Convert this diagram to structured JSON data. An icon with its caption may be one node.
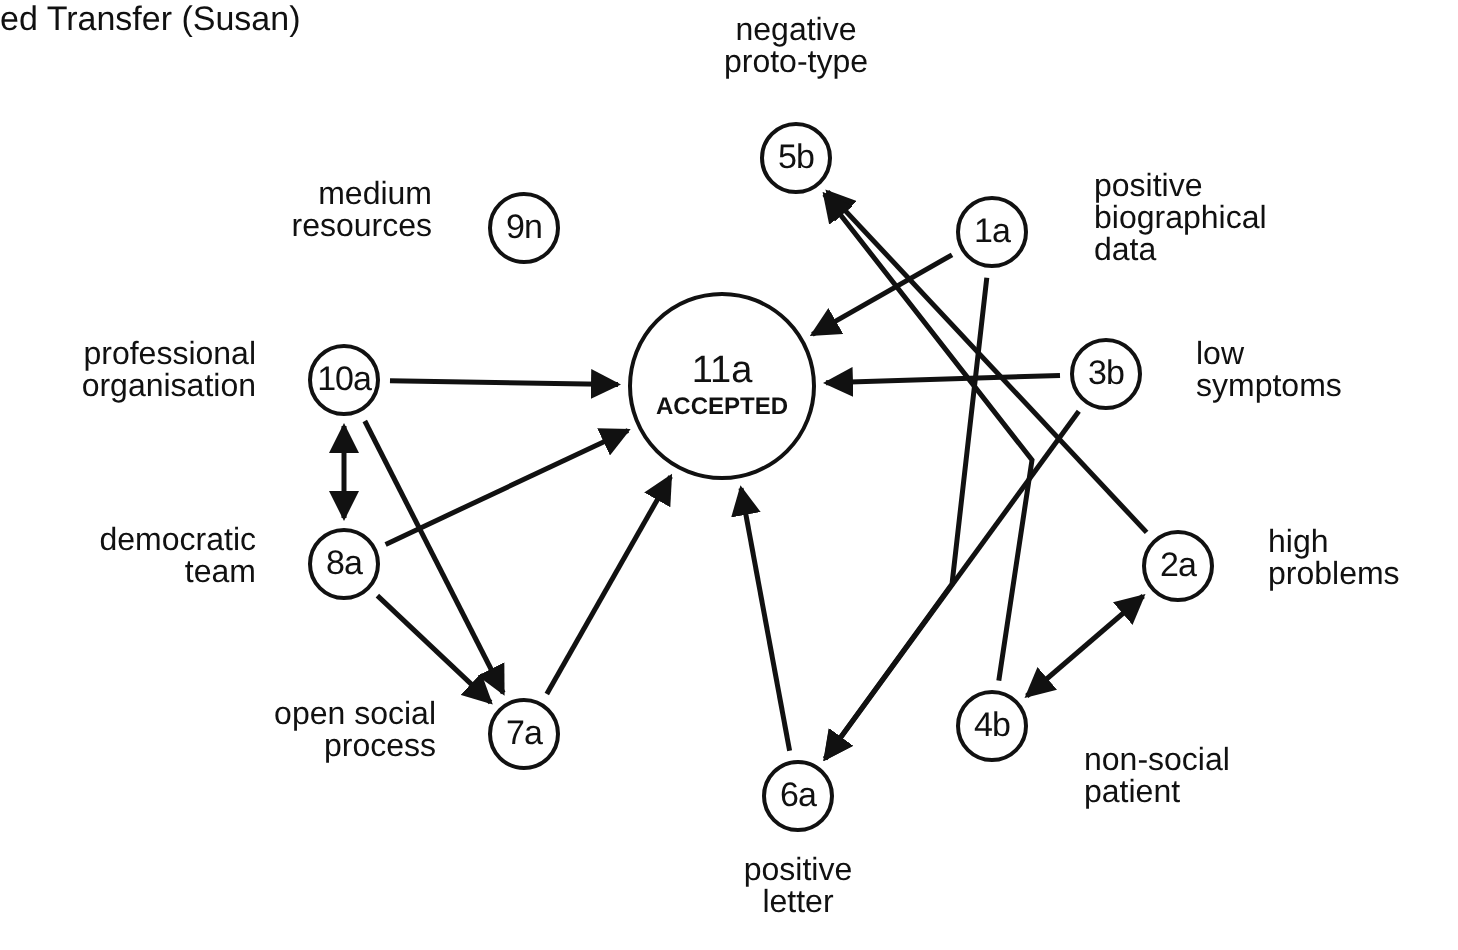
{
  "diagram": {
    "title": "ed Transfer (Susan)",
    "nodes": [
      {
        "text": [
          "5b"
        ],
        "beside": [
          "negative proto-type"
        ]
      },
      {
        "text": [
          "9n"
        ],
        "beside": [
          "medium resources"
        ]
      },
      {
        "text": [
          "1a"
        ],
        "beside": [
          "positive biographical data"
        ]
      },
      {
        "text": [
          "10a"
        ],
        "beside": [
          "professional organisation"
        ]
      },
      {
        "text": [
          "11a",
          "ACCEPTED"
        ]
      },
      {
        "text": [
          "3b"
        ],
        "beside": [
          "low symptoms"
        ]
      },
      {
        "text": [
          "8a"
        ],
        "beside": [
          "democratic team"
        ]
      },
      {
        "text": [
          "2a"
        ],
        "beside": [
          "high problems"
        ]
      },
      {
        "text": [
          "7a"
        ],
        "beside": [
          "open social process"
        ]
      },
      {
        "text": [
          "4b"
        ],
        "beside": [
          "non-social patient"
        ]
      },
      {
        "text": [
          "6a"
        ],
        "beside": [
          "positive letter"
        ]
      }
    ],
    "edges": [
      {
        "from": 2,
        "to": 4,
        "arrow": "to"
      },
      {
        "from": 5,
        "to": 4,
        "arrow": "to"
      },
      {
        "from": 3,
        "to": 4,
        "arrow": "to"
      },
      {
        "from": 6,
        "to": 4,
        "arrow": "to"
      },
      {
        "from": 8,
        "to": 4,
        "arrow": "to"
      },
      {
        "from": 10,
        "to": 4,
        "arrow": "to"
      },
      {
        "from": 3,
        "to": 6,
        "arrow": "both"
      },
      {
        "from": 3,
        "to": 8,
        "arrow": "to"
      },
      {
        "from": 6,
        "to": 8,
        "arrow": "to"
      },
      {
        "from": 9,
        "to": 7,
        "arrow": "both"
      },
      {
        "from": 2,
        "to": 10,
        "arrow": "to"
      },
      {
        "from": 5,
        "to": 10,
        "arrow": "to"
      },
      {
        "from": 7,
        "to": 0,
        "arrow": "to"
      },
      {
        "from": 9,
        "to": 0,
        "arrow": "to"
      }
    ]
  }
}
